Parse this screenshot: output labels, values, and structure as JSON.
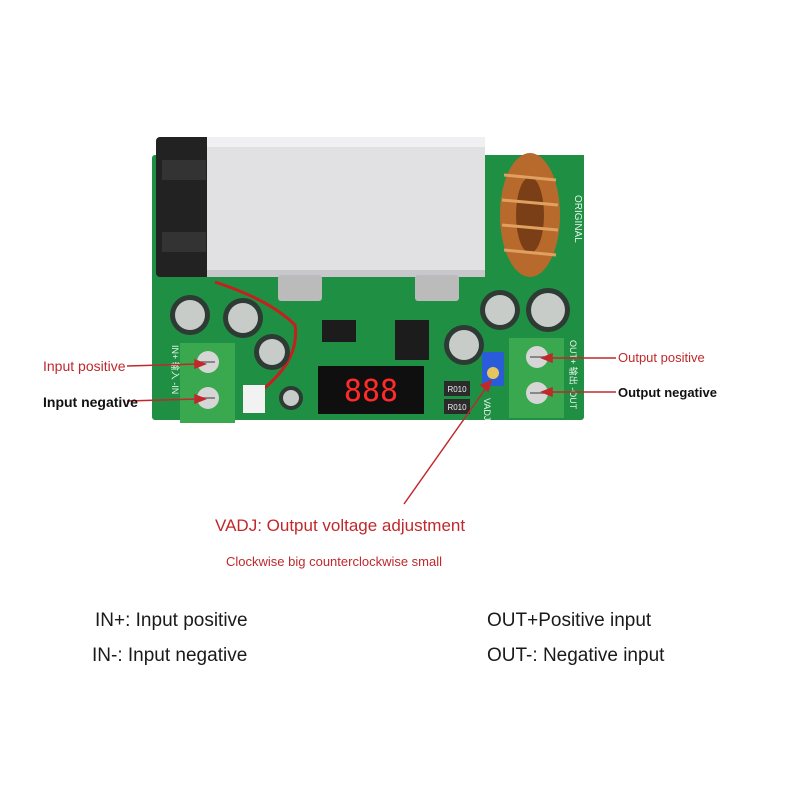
{
  "board": {
    "display_digits": "888",
    "silk_original": "ORIGINAL",
    "silk_in": "IN+ 输入 -IN",
    "silk_out": "OUT+ 输出 -OUT",
    "silk_vadj": "VADJ",
    "res_1": "R010",
    "res_2": "R010"
  },
  "callouts": {
    "input_positive": "Input positive",
    "input_negative": "Input negative",
    "output_positive": "Output positive",
    "output_negative": "Output negative",
    "vadj_title": "VADJ: Output voltage adjustment",
    "vadj_desc": "Clockwise big counterclockwise small"
  },
  "legend": {
    "in_plus": "IN+: Input positive",
    "in_minus": "IN-: Input negative",
    "out_plus": "OUT+\u001aPositive input",
    "out_minus": "OUT-: Negative input"
  },
  "colors": {
    "pcb": "#1f8f43",
    "callout_red": "#c0282c",
    "terminal_green": "#3aa84e"
  }
}
